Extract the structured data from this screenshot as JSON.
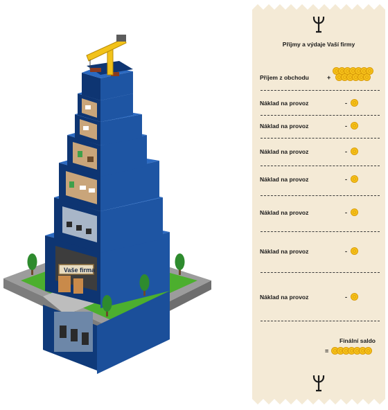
{
  "tower": {
    "sign_text": "Vaše firma"
  },
  "receipt": {
    "logo_top_icon": "trident-icon",
    "logo_bottom_icon": "trident-icon",
    "title": "Příjmy a výdaje Vaší firmy",
    "income": {
      "label": "Příjem z obchodu",
      "sign": "+",
      "coins": 13
    },
    "costs": [
      {
        "label": "Náklad na provoz",
        "sign": "-",
        "coins": 1
      },
      {
        "label": "Náklad na provoz",
        "sign": "-",
        "coins": 1
      },
      {
        "label": "Náklad na provoz",
        "sign": "-",
        "coins": 1
      },
      {
        "label": "Náklad na provoz",
        "sign": "-",
        "coins": 1
      },
      {
        "label": "Náklad na provoz",
        "sign": "-",
        "coins": 1
      },
      {
        "label": "Náklad na provoz",
        "sign": "-",
        "coins": 1
      },
      {
        "label": "Náklad na provoz",
        "sign": "-",
        "coins": 1
      }
    ],
    "final": {
      "label": "Finální saldo",
      "sign": "=",
      "coins": 7
    },
    "colors": {
      "paper": "#f4ead6",
      "coin": "#f6c21a",
      "text": "#1a1a1a"
    }
  }
}
